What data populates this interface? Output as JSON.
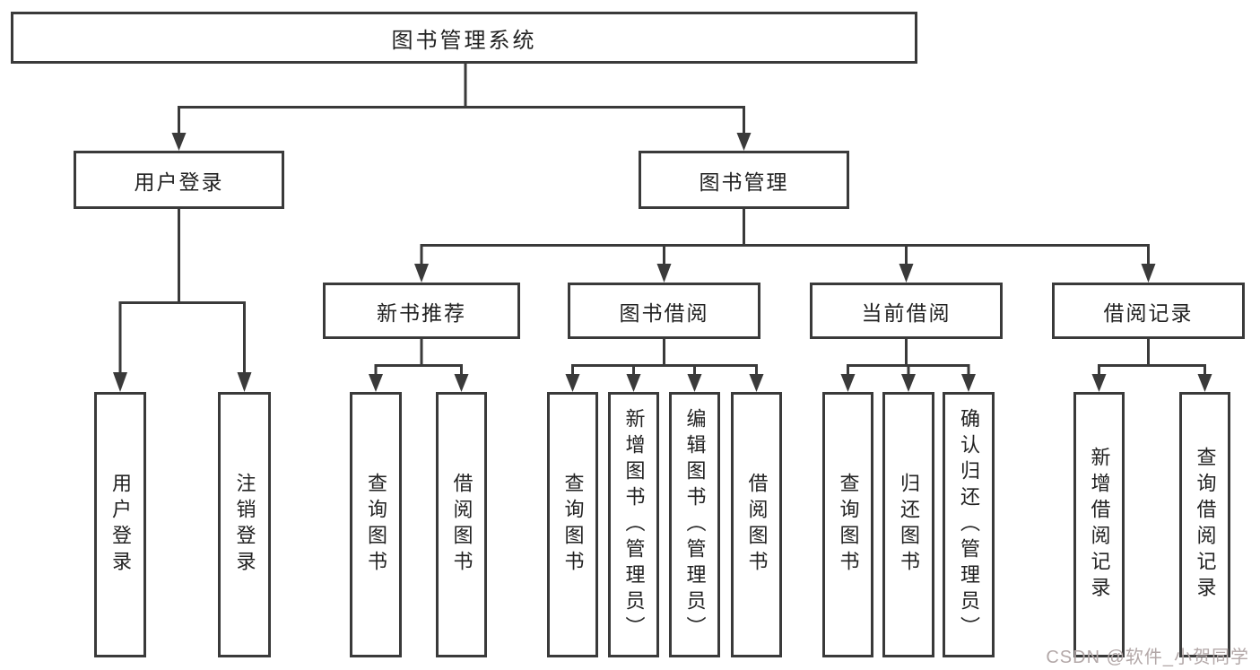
{
  "diagram": {
    "title_node": {
      "label": "图书管理系统"
    },
    "level2": {
      "user_login": {
        "label": "用户登录"
      },
      "book_management": {
        "label": "图书管理"
      }
    },
    "level3": {
      "new_book_recommend": {
        "label": "新书推荐"
      },
      "book_borrow": {
        "label": "图书借阅"
      },
      "current_borrow": {
        "label": "当前借阅"
      },
      "borrow_records": {
        "label": "借阅记录"
      }
    },
    "leaves": {
      "user_login": [
        "用户登录",
        "注销登录"
      ],
      "new_book_recommend": [
        "查询图书",
        "借阅图书"
      ],
      "book_borrow": [
        "查询图书",
        "新增图书（管理员）",
        "编辑图书（管理员）",
        "借阅图书"
      ],
      "current_borrow": [
        "查询图书",
        "归还图书",
        "确认归还（管理员）"
      ],
      "borrow_records": [
        "新增借阅记录",
        "查询借阅记录"
      ]
    }
  },
  "watermark": {
    "text": "CSDN @软件_小贺同学",
    "color": "#b3a8a8"
  },
  "colors": {
    "line": "#3a3a3a",
    "box_border": "#3a3a3a",
    "box_fill": "#ffffff",
    "text": "#222222",
    "background": "#ffffff"
  }
}
